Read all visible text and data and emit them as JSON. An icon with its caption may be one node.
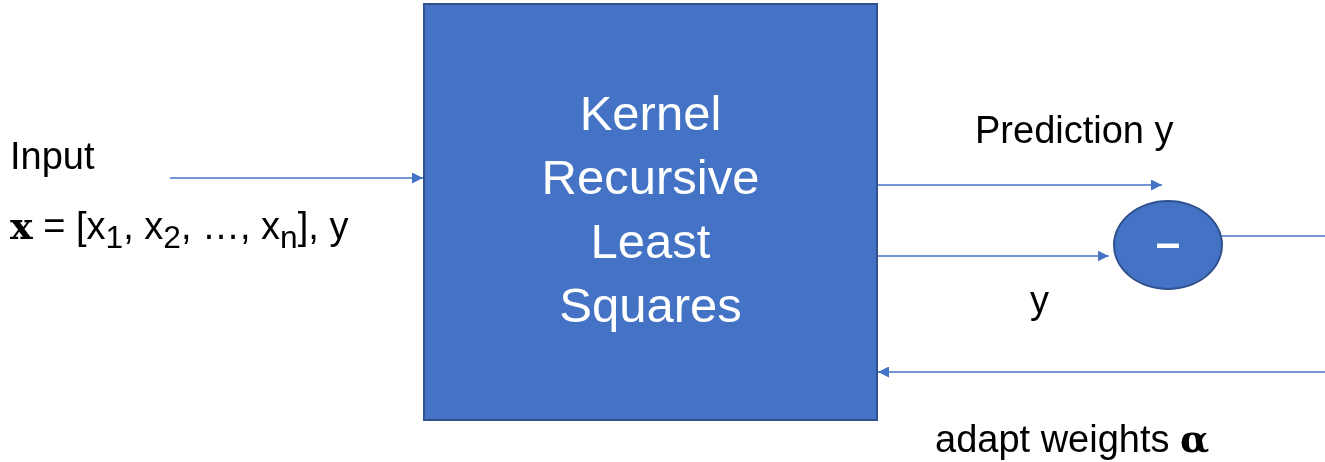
{
  "diagram": {
    "nodes": [
      {
        "text": [
          "Kernel Recursive Least Squares"
        ]
      },
      {
        "text": [
          "–"
        ]
      }
    ],
    "edges": [
      {
        "from": null,
        "to": 0,
        "arrow": "to"
      },
      {
        "from": 0,
        "to": 1,
        "arrow": "to",
        "label": "Prediction y"
      },
      {
        "from": 0,
        "to": 1,
        "arrow": "to",
        "label": "y"
      },
      {
        "from": 1,
        "to": null,
        "arrow": "none"
      },
      {
        "from": null,
        "to": 0,
        "arrow": "to",
        "label": "adapt weights **α**"
      }
    ],
    "labels": [
      "Input",
      "**x** = [x$_{1}$, x$_{2}$, …, x$_{n}$], y"
    ]
  }
}
